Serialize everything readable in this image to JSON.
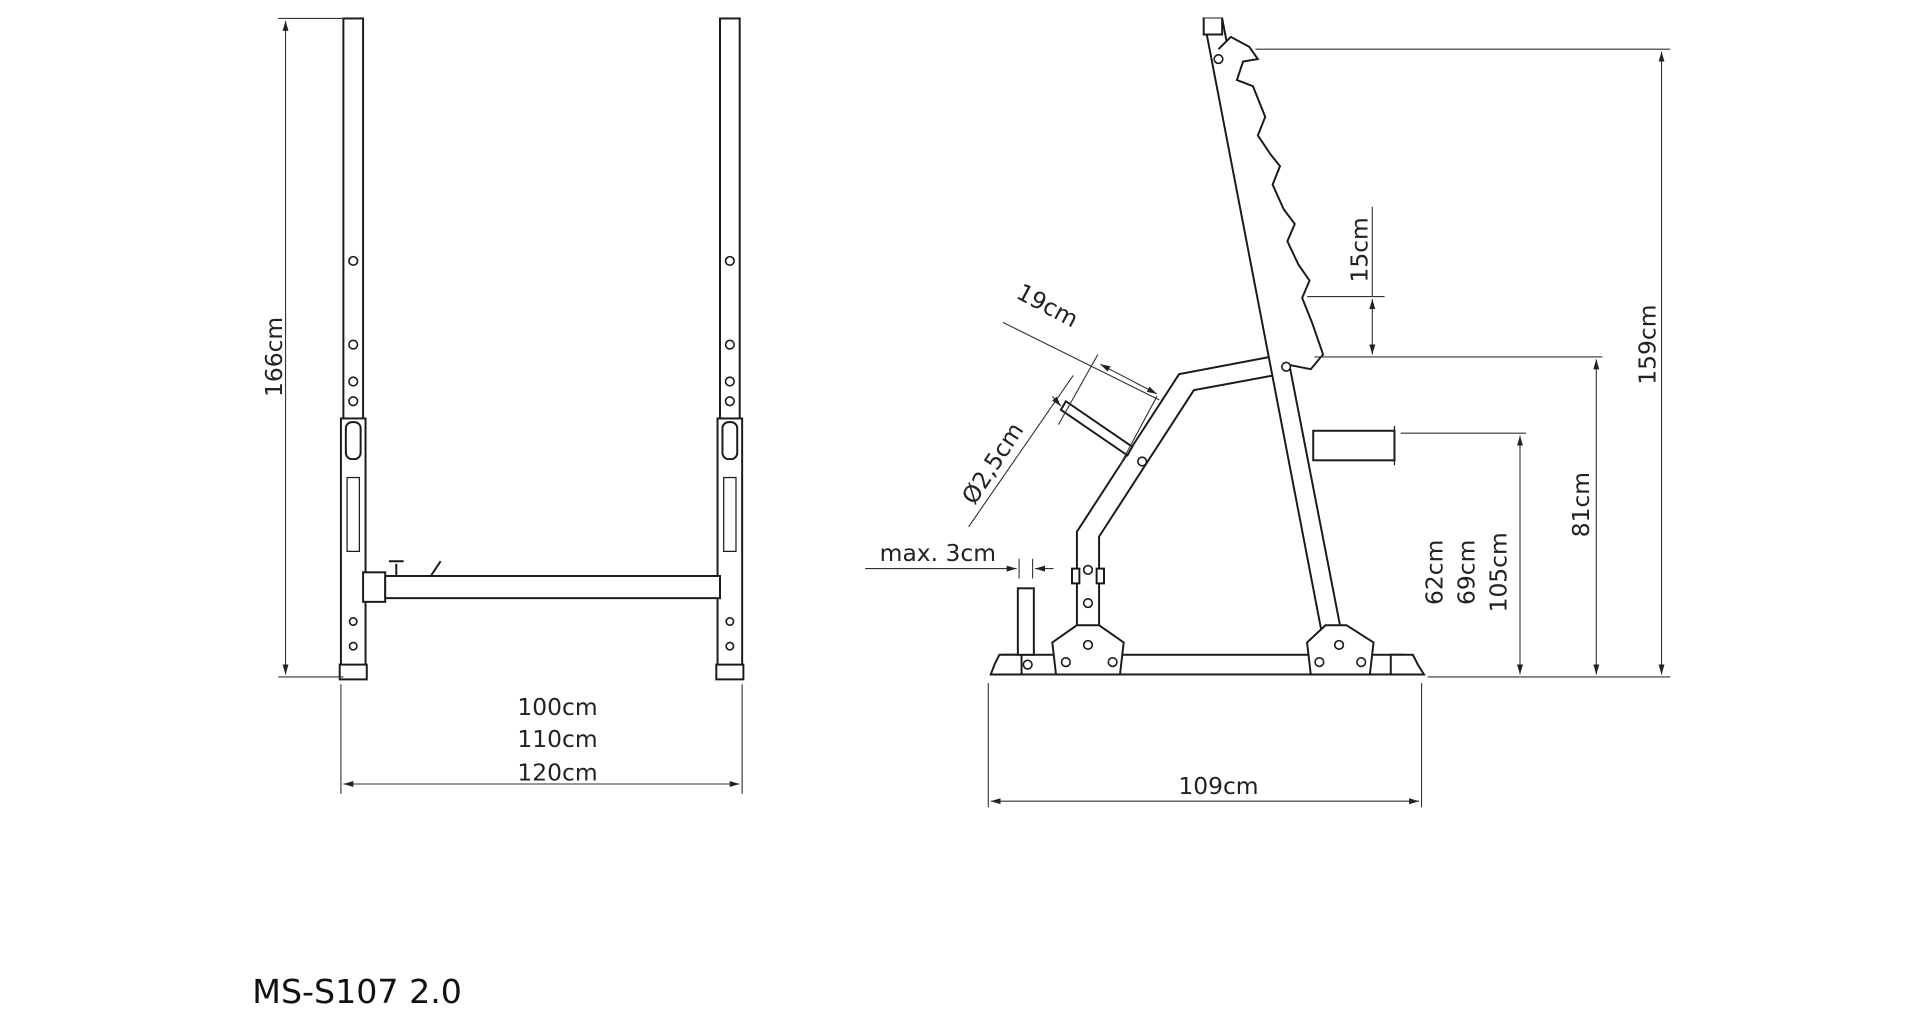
{
  "model": "MS-S107 2.0",
  "front_view": {
    "height_label": "166cm",
    "width_labels": [
      "100cm",
      "110cm",
      "120cm"
    ]
  },
  "side_view": {
    "overall_height_label": "159cm",
    "lower_hook_height_label": "81cm",
    "spotter_height_labels": [
      "62cm",
      "69cm",
      "105cm"
    ],
    "hook_spacing_label": "15cm",
    "depth_label": "109cm",
    "bar_length_label": "19cm",
    "bar_diameter_label": "Ø2,5cm",
    "plate_gap_label": "max. 3cm"
  },
  "colors": {
    "line": "#1a1a1a",
    "background": "#ffffff"
  }
}
